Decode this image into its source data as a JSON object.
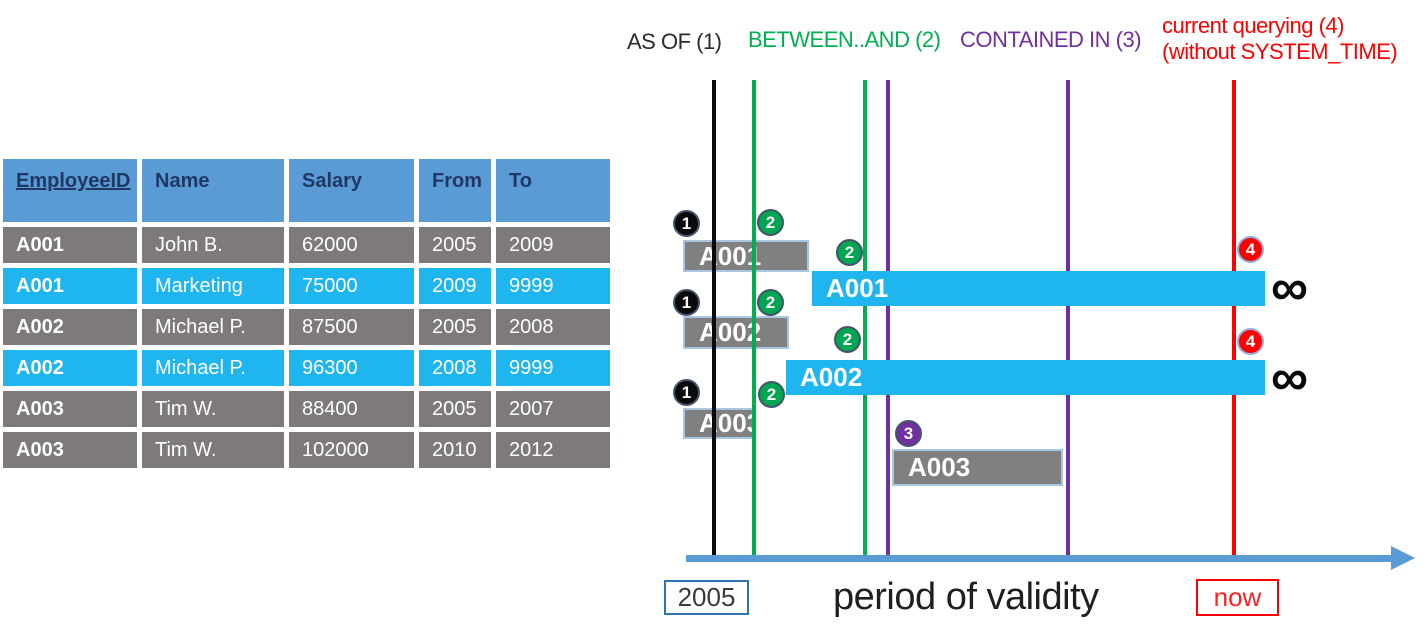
{
  "table": {
    "headers": [
      "EmployeeID",
      "Name",
      "Salary",
      "From",
      "To"
    ],
    "rows": [
      {
        "id": "A001",
        "name": "John B.",
        "salary": "62000",
        "from": "2005",
        "to": "2009",
        "highlight": false
      },
      {
        "id": "A001",
        "name": "Marketing",
        "salary": "75000",
        "from": "2009",
        "to": "9999",
        "highlight": true
      },
      {
        "id": "A002",
        "name": "Michael P.",
        "salary": "87500",
        "from": "2005",
        "to": "2008",
        "highlight": false
      },
      {
        "id": "A002",
        "name": "Michael P.",
        "salary": "96300",
        "from": "2008",
        "to": "9999",
        "highlight": true
      },
      {
        "id": "A003",
        "name": "Tim W.",
        "salary": "88400",
        "from": "2005",
        "to": "2007",
        "highlight": false
      },
      {
        "id": "A003",
        "name": "Tim W.",
        "salary": "102000",
        "from": "2010",
        "to": "2012",
        "highlight": false
      }
    ]
  },
  "legend": {
    "as_of": "AS OF (1)",
    "between": "BETWEEN..AND (2)",
    "contained_in": "CONTAINED IN (3)",
    "current_line1": "current querying (4)",
    "current_line2": "(without SYSTEM_TIME)"
  },
  "diagram": {
    "bars": {
      "a001_old": "A001",
      "a001_cur": "A001",
      "a002_old": "A002",
      "a002_cur": "A002",
      "a003_old": "A003",
      "a003_mid": "A003"
    },
    "badges": {
      "one": "1",
      "two": "2",
      "three": "3",
      "four": "4"
    },
    "infinity_symbol": "∞"
  },
  "axis": {
    "start_label": "2005",
    "title": "period of validity",
    "now_label": "now"
  },
  "colors": {
    "header_blue": "#5B9BD5",
    "header_text_navy": "#1F3864",
    "row_gray": "#7D7A79",
    "row_cyan": "#1FB6F0",
    "bar_gray": "#808080",
    "bar_cyan": "#1FB6F0",
    "line_black": "#0a0a0a",
    "line_green": "#00B050",
    "line_purple": "#7030A0",
    "line_red": "#FF0000",
    "axis_blue": "#5B9BD5"
  }
}
